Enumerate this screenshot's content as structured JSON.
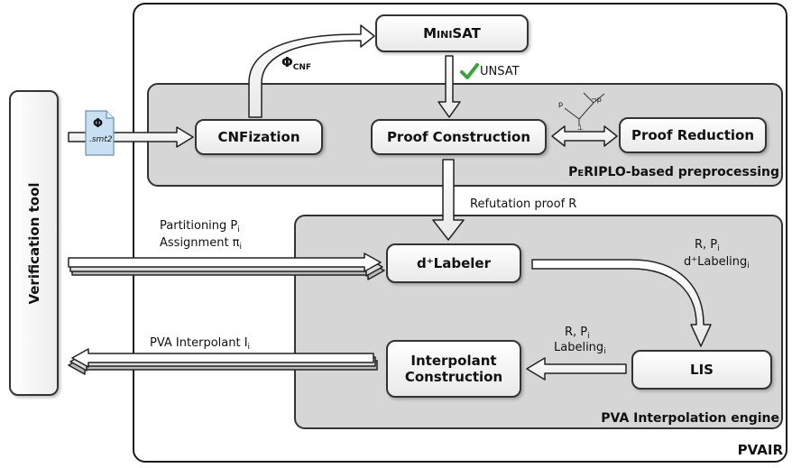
{
  "verification_tool": "Verification tool",
  "pvair_label": "PVAIR",
  "preprocessing": {
    "label_prefix": "PeRIPLO",
    "label_suffix": "-based preprocessing"
  },
  "engine": {
    "label": "PVA Interpolation engine"
  },
  "boxes": {
    "minisat": "MiniSAT",
    "cnfization": "CNFization",
    "proof_construction": "Proof Construction",
    "proof_reduction": "Proof Reduction",
    "labeler": "d⁺Labeler",
    "lis": "LIS",
    "interpolant_construction_1": "Interpolant",
    "interpolant_construction_2": "Construction"
  },
  "file_icon": {
    "symbol": "Φ",
    "ext": ".smt2"
  },
  "labels": {
    "phi_cnf": "Φ",
    "phi_cnf_sub": "CNF",
    "unsat": "UNSAT",
    "refutation": "Refutation proof R",
    "partitioning": "Partitioning P",
    "partitioning_sub": "i",
    "assignment": "Assignment π",
    "assignment_sub": "i",
    "r_pi_top": "R, P",
    "r_pi_top_sub": "i",
    "dlabeling": "d⁺Labeling",
    "dlabeling_sub": "i",
    "r_pi_bottom": "R, P",
    "r_pi_bottom_sub": "i",
    "labeling": "Labeling",
    "labeling_sub": "i",
    "pva_interpolant": "PVA Interpolant I",
    "pva_interpolant_sub": "i"
  },
  "colors": {
    "panel": "#d6d6d6",
    "check": "#3aa53a",
    "file": "#c9dff2"
  }
}
